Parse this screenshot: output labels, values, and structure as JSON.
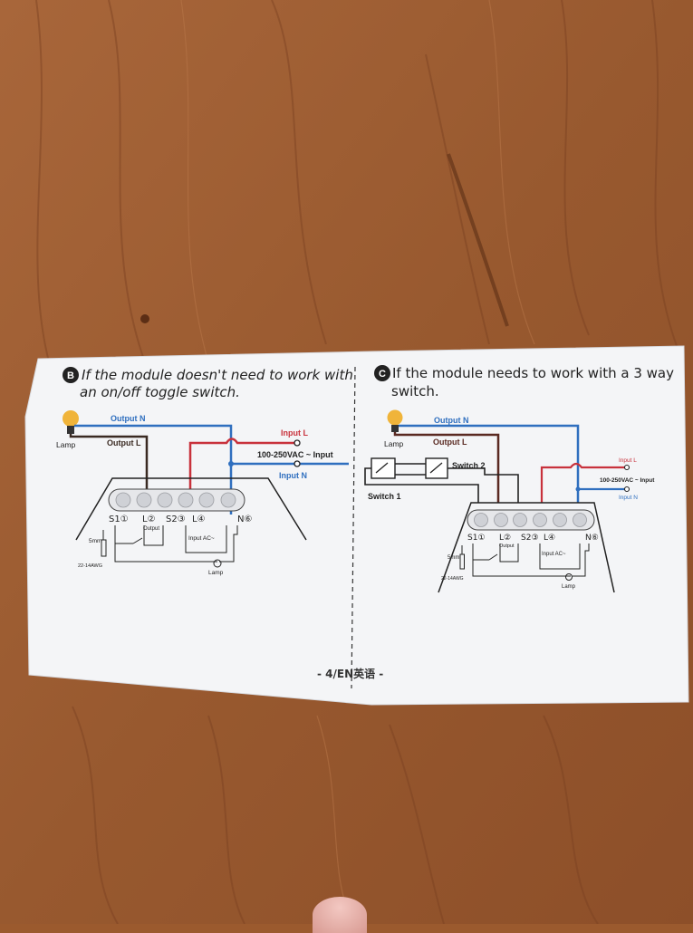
{
  "section_b": {
    "badge": "B",
    "title_line1": "If the module doesn't need to work with",
    "title_line2": "an on/off toggle switch.",
    "lamp_label": "Lamp",
    "output_n": "Output N",
    "output_l": "Output L",
    "input_l": "Input L",
    "voltage": "100-250VAC ~ Input",
    "input_n": "Input N",
    "terminals": {
      "s1": "S1①",
      "l2": "L②",
      "s2": "S2③",
      "l4": "L④",
      "n6": "N⑥"
    },
    "output_small": "Output",
    "input_ac": "Input AC~",
    "mm": "5mm",
    "awg": "22-14AWG",
    "lamp_small": "Lamp"
  },
  "section_c": {
    "badge": "C",
    "title_line1": "If the module needs to work with a 3 way",
    "title_line2": "switch.",
    "lamp_label": "Lamp",
    "output_n": "Output N",
    "output_l": "Output L",
    "input_l": "Input L",
    "voltage": "100-250VAC ~ Input",
    "input_n": "Input N",
    "switch1": "Switch 1",
    "switch2": "Switch 2",
    "terminals": {
      "s1": "S1①",
      "l2": "L②",
      "s2": "S2③",
      "l4": "L④",
      "n6": "N⑥"
    },
    "output_small": "Output",
    "input_ac": "Input AC~",
    "mm": "5mm",
    "awg": "22-14AWG",
    "lamp_small": "Lamp"
  },
  "footer": {
    "page": "- 4/EN英语 -"
  },
  "colors": {
    "neutral": "#2f6fbf",
    "live": "#c8323c",
    "load": "#5a2a22",
    "paper": "#f4f5f7"
  }
}
